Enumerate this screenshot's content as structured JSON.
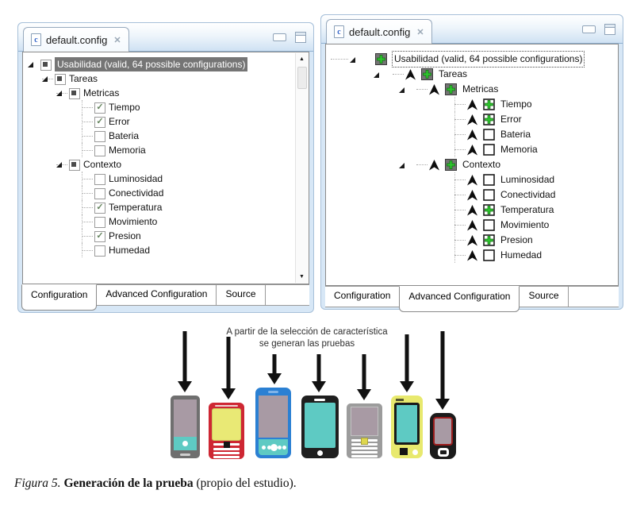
{
  "icons": {
    "tab_close": "✕",
    "scroll_up": "▲",
    "scroll_down": "▼",
    "file_type_letter": "c"
  },
  "left_editor": {
    "tab_title": "default.config",
    "tree": [
      {
        "label": "Usabilidad (valid, 64 possible configurations)",
        "level": 0,
        "icon": "parent-box",
        "selected": true
      },
      {
        "label": "Tareas",
        "level": 1,
        "icon": "parent-box"
      },
      {
        "label": "Metricas",
        "level": 2,
        "icon": "parent-box"
      },
      {
        "label": "Tiempo",
        "level": 3,
        "icon": "checked"
      },
      {
        "label": "Error",
        "level": 3,
        "icon": "checked"
      },
      {
        "label": "Bateria",
        "level": 3,
        "icon": "unchecked"
      },
      {
        "label": "Memoria",
        "level": 3,
        "icon": "unchecked"
      },
      {
        "label": "Contexto",
        "level": 2,
        "icon": "parent-box"
      },
      {
        "label": "Luminosidad",
        "level": 3,
        "icon": "unchecked"
      },
      {
        "label": "Conectividad",
        "level": 3,
        "icon": "unchecked"
      },
      {
        "label": "Temperatura",
        "level": 3,
        "icon": "checked"
      },
      {
        "label": "Movimiento",
        "level": 3,
        "icon": "unchecked"
      },
      {
        "label": "Presion",
        "level": 3,
        "icon": "checked"
      },
      {
        "label": "Humedad",
        "level": 3,
        "icon": "unchecked"
      }
    ],
    "bottom_tabs": [
      "Configuration",
      "Advanced Configuration",
      "Source"
    ],
    "active_bottom_tab": "Configuration"
  },
  "right_editor": {
    "tab_title": "default.config",
    "tree": [
      {
        "label": "Usabilidad (valid, 64 possible configurations)",
        "level": 0,
        "icon": "plus-gray",
        "focus": true
      },
      {
        "label": "Tareas",
        "level": 1,
        "icon": "plus-gray",
        "arrow": true
      },
      {
        "label": "Metricas",
        "level": 2,
        "icon": "plus-gray",
        "arrow": true
      },
      {
        "label": "Tiempo",
        "level": 3,
        "icon": "plus-white",
        "arrow": true
      },
      {
        "label": "Error",
        "level": 3,
        "icon": "plus-white",
        "arrow": true
      },
      {
        "label": "Bateria",
        "level": 3,
        "icon": "box-empty",
        "arrow": true
      },
      {
        "label": "Memoria",
        "level": 3,
        "icon": "box-empty",
        "arrow": true
      },
      {
        "label": "Contexto",
        "level": 2,
        "icon": "plus-gray",
        "arrow": true
      },
      {
        "label": "Luminosidad",
        "level": 3,
        "icon": "box-empty",
        "arrow": true
      },
      {
        "label": "Conectividad",
        "level": 3,
        "icon": "box-empty",
        "arrow": true
      },
      {
        "label": "Temperatura",
        "level": 3,
        "icon": "plus-white",
        "arrow": true
      },
      {
        "label": "Movimiento",
        "level": 3,
        "icon": "box-empty",
        "arrow": true
      },
      {
        "label": "Presion",
        "level": 3,
        "icon": "plus-white",
        "arrow": true
      },
      {
        "label": "Humedad",
        "level": 3,
        "icon": "box-empty",
        "arrow": true
      }
    ],
    "bottom_tabs": [
      "Configuration",
      "Advanced Configuration",
      "Source"
    ],
    "active_bottom_tab": "Advanced Configuration"
  },
  "figure": {
    "annotation_line1": "A partir de la selección de característica",
    "annotation_line2": "se generan las pruebas",
    "colors": {
      "teal": "#5ecac3",
      "mauve": "#a89aa4",
      "yellow": "#e9e975",
      "red": "#ce2733",
      "blue": "#2b80d3",
      "black": "#1f1f1f",
      "gray": "#9c9c9c",
      "green_plus": "#2fc52f"
    },
    "devices": [
      {
        "name": "smartphone-gray",
        "body": "#6f6f6f",
        "screen": "#a89aa4",
        "accent": "#5ecac3"
      },
      {
        "name": "feature-phone-red",
        "body": "#ce2733",
        "screen": "#e9e975",
        "accent": "#ffffff"
      },
      {
        "name": "smartphone-blue",
        "body": "#2b80d3",
        "screen": "#a89aa4",
        "accent": "#5ecac3"
      },
      {
        "name": "smartphone-black",
        "body": "#1f1f1f",
        "screen": "#5ecac3",
        "accent": "#ffffff"
      },
      {
        "name": "qwerty-phone-gray",
        "body": "#9c9c9c",
        "screen": "#a89aa4",
        "accent": "#ded74e"
      },
      {
        "name": "smartphone-yellow",
        "body": "#e8e96e",
        "screen": "#5ecac3",
        "accent": "#1a1a1a"
      },
      {
        "name": "compact-phone-black",
        "body": "#1b1b1b",
        "screen": "#a89aa4",
        "accent": "#9b1c1c"
      }
    ]
  },
  "caption": {
    "figure_label": "Figura 5.",
    "bold_text": " Generación de la prueba",
    "rest_text": " (propio del estudio)."
  }
}
